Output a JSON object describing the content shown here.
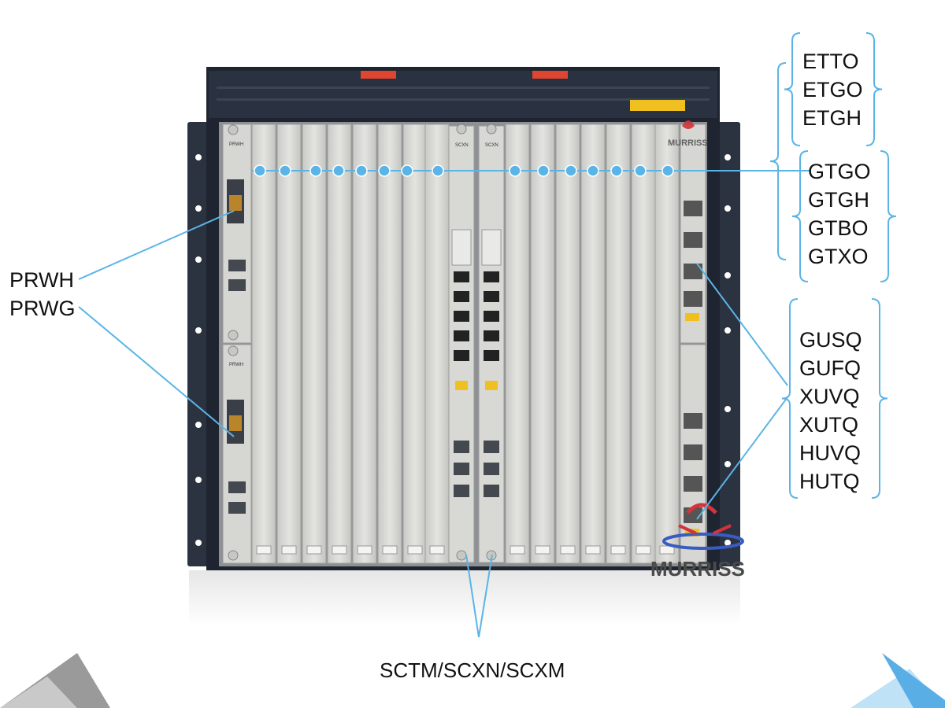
{
  "labels": {
    "group_top": [
      "ETTO",
      "ETGO",
      "ETGH"
    ],
    "group_mid": [
      "GTGO",
      "GTGH",
      "GTBO",
      "GTXO"
    ],
    "group_low": [
      "GUSQ",
      "GUFQ",
      "XUVQ",
      "XUTQ",
      "HUVQ",
      "HUTQ"
    ],
    "power": [
      "PRWH",
      "PRWG"
    ],
    "control": "SCTM/SCXN/SCXM"
  },
  "watermark": "MURRISS",
  "power_board_tag": "PRWH",
  "control_board_tag": "SCXN",
  "colors": {
    "callout_line": "#5bb4e6",
    "chassis": "#1f2530",
    "slot_face": "#d9dad6",
    "rack_ear": "#2b3240",
    "accent_red": "#e0452f",
    "deco_light_blue": "#bfe2f6",
    "deco_blue": "#5aaee6",
    "deco_gray": "#9a9a9a"
  }
}
